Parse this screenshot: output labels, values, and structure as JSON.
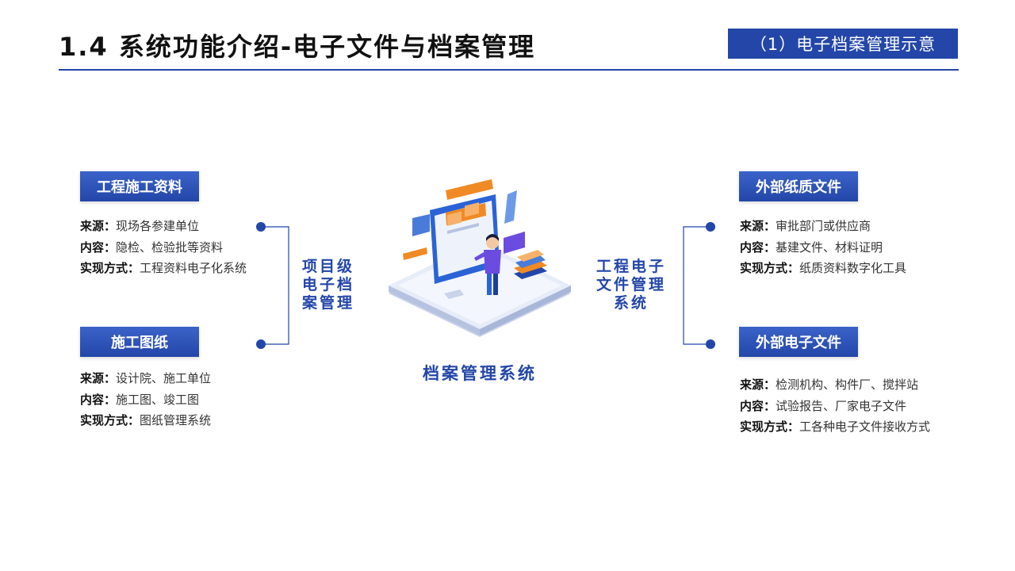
{
  "header": {
    "title": "1.4 系统功能介绍-电子文件与档案管理",
    "subtitle": "（1）电子档案管理示意"
  },
  "center": {
    "caption": "档案管理系统",
    "left_label": [
      "项目级",
      "电子档",
      "案管理"
    ],
    "right_label": [
      "工程电子",
      "文件管理",
      "系统"
    ]
  },
  "cards": {
    "construction_data": {
      "title": "工程施工资料",
      "source_label": "来源：",
      "source": "现场各参建单位",
      "content_label": "内容：",
      "content": "隐检、检验批等资料",
      "method_label": "实现方式：",
      "method": "工程资料电子化系统"
    },
    "construction_drawings": {
      "title": "施工图纸",
      "source_label": "来源：",
      "source": "设计院、施工单位",
      "content_label": "内容：",
      "content": "施工图、竣工图",
      "method_label": "实现方式：",
      "method": "图纸管理系统"
    },
    "external_paper": {
      "title": "外部纸质文件",
      "source_label": "来源：",
      "source": "审批部门或供应商",
      "content_label": "内容：",
      "content": "基建文件、材料证明",
      "method_label": "实现方式：",
      "method": "纸质资料数字化工具"
    },
    "external_electronic": {
      "title": "外部电子文件",
      "source_label": "来源：",
      "source": "检测机构、构件厂、搅拌站",
      "content_label": "内容：",
      "content": "试验报告、厂家电子文件",
      "method_label": "实现方式：",
      "method": "工各种电子文件接收方式"
    }
  },
  "colors": {
    "accent": "#2346a8",
    "orange": "#f08a24",
    "light_blue": "#e6ecf8"
  }
}
